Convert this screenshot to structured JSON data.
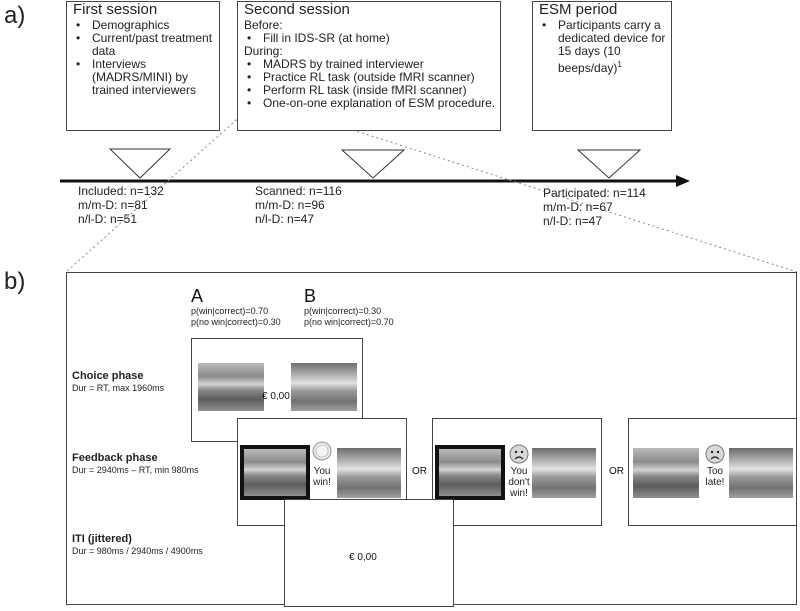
{
  "panel_a": {
    "label": "a)",
    "sessions": [
      {
        "title": "First session",
        "bullets": [
          "Demographics",
          "Current/past treatment data",
          "Interviews (MADRS/MINI) by trained interviewers"
        ],
        "stats": [
          "Included: n=132",
          "m/m-D: n=81",
          "n/l-D: n=51"
        ]
      },
      {
        "title": "Second session",
        "before_label": "Before:",
        "before_bullets": [
          "Fill in IDS-SR (at home)"
        ],
        "during_label": "During:",
        "during_bullets": [
          "MADRS by trained interviewer",
          "Practice RL task (outside fMRI scanner)",
          "Perform RL task (inside fMRI scanner)",
          "One-on-one explanation of ESM procedure."
        ],
        "stats": [
          "Scanned: n=116",
          "m/m-D: n=96",
          "n/l-D: n=47"
        ]
      },
      {
        "title": "ESM period",
        "bullets": [
          "Participants carry a dedicated device for 15 days (10 beeps/day)"
        ],
        "footnote": "1",
        "stats": [
          "Participated: n=114",
          "m/m-D: n=67",
          "n/l-D: n=47"
        ]
      }
    ]
  },
  "panel_b": {
    "label": "b)",
    "options": [
      {
        "letter": "A",
        "p_win": "p(win|correct)=0.70",
        "p_nowin": "p(no win|correct)=0.30"
      },
      {
        "letter": "B",
        "p_win": "p(win|correct)=0.30",
        "p_nowin": "p(no win|correct)=0.70"
      }
    ],
    "phases": [
      {
        "title": "Choice phase",
        "dur": "Dur = RT, max 1960ms"
      },
      {
        "title": "Feedback phase",
        "dur": "Dur = 2940ms – RT, min 980ms"
      },
      {
        "title": "ITI (jittered)",
        "dur": "Dur = 980ms / 2940ms / 4900ms"
      }
    ],
    "choice_amount": "€ 0,00",
    "iti_amount": "€ 0,00",
    "or_label": "OR",
    "feedback": [
      {
        "text_lines": [
          "You",
          "win!"
        ],
        "icon": "coin-icon"
      },
      {
        "text_lines": [
          "You",
          "don't",
          "win!"
        ],
        "icon": "sad-face-icon"
      },
      {
        "text_lines": [
          "Too",
          "late!"
        ],
        "icon": "sad-face-icon"
      }
    ]
  }
}
